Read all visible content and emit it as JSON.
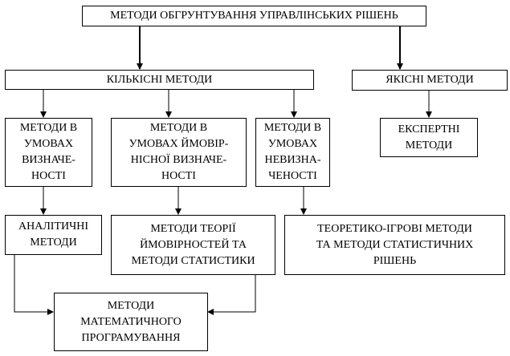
{
  "diagram": {
    "root": "МЕТОДИ ОБГРУНТУВАННЯ УПРАВЛІНСЬКИХ РІШЕНЬ",
    "quantitative": "КІЛЬКІСНІ МЕТОДИ",
    "qualitative": "ЯКІСНІ МЕТОДИ",
    "certainty": "МЕТОДИ В\nУМОВАХ\nВИЗНАЧЕ-\nНОСТІ",
    "probabilistic": "МЕТОДИ В\nУМОВАХ ЙМОВІР-\nНІСНОЇ ВИЗНАЧЕ-\nНОСТІ",
    "uncertainty": "МЕТОДИ В\nУМОВАХ\nНЕВИЗНА-\nЧЕНОСТІ",
    "expert": "ЕКСПЕРТНІ\nМЕТОДИ",
    "analytical": "АНАЛІТИЧНІ\nМЕТОДИ",
    "probability_theory": "МЕТОДИ ТЕОРІЇ\nЙМОВІРНОСТЕЙ ТА\nМЕТОДИ СТАТИСТИКИ",
    "game_theory": "ТЕОРЕТИКО-ІГРОВІ МЕТОДИ\nТА МЕТОДИ СТАТИСТИЧНИХ\nРІШЕНЬ",
    "math_programming": "МЕТОДИ\nМАТЕМАТИЧНОГО\nПРОГРАМУВАННЯ"
  },
  "edges": [
    {
      "from": "root",
      "to": "quantitative"
    },
    {
      "from": "root",
      "to": "qualitative"
    },
    {
      "from": "quantitative",
      "to": "certainty"
    },
    {
      "from": "quantitative",
      "to": "probabilistic"
    },
    {
      "from": "quantitative",
      "to": "uncertainty"
    },
    {
      "from": "qualitative",
      "to": "expert"
    },
    {
      "from": "certainty",
      "to": "analytical"
    },
    {
      "from": "probabilistic",
      "to": "probability_theory"
    },
    {
      "from": "uncertainty",
      "to": "game_theory"
    },
    {
      "from": "analytical",
      "to": "math_programming"
    },
    {
      "from": "probability_theory",
      "to": "math_programming"
    }
  ]
}
